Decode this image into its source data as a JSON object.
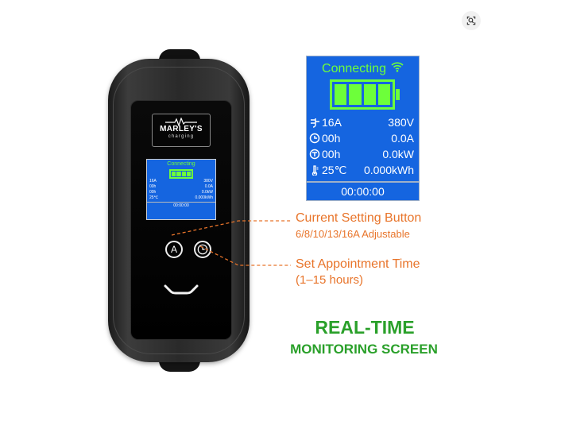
{
  "device": {
    "brand_name": "MARLEY'S",
    "brand_sub": "charging",
    "mini_screen": {
      "status": "Connecting",
      "rows": [
        {
          "label": "16A",
          "value": "380V"
        },
        {
          "label": "00h",
          "value": "0.0A"
        },
        {
          "label": "00h",
          "value": "0.0kW"
        },
        {
          "label": "25℃",
          "value": "0.000kWh"
        }
      ],
      "timer": "00:00:00"
    },
    "button_a_label": "A"
  },
  "screen": {
    "status": "Connecting",
    "rows": [
      {
        "label": "16A",
        "value": "380V",
        "icon": "plug-icon"
      },
      {
        "label": "00h",
        "value": "0.0A",
        "icon": "clock-icon"
      },
      {
        "label": "00h",
        "value": "0.0kW",
        "icon": "timer-icon"
      },
      {
        "label": "25℃",
        "value": "0.000kWh",
        "icon": "thermometer-icon"
      }
    ],
    "timer": "00:00:00"
  },
  "callouts": {
    "current": {
      "title": "Current Setting Button",
      "sub": "6/8/10/13/16A Adjustable"
    },
    "appointment": {
      "title": "Set Appointment Time",
      "sub": "(1–15 hours)"
    }
  },
  "headline": {
    "line1": "REAL-TIME",
    "line2": "MONITORING SCREEN"
  },
  "colors": {
    "screen_blue": "#1565e0",
    "screen_green": "#6dff3a",
    "callout_orange": "#e8742a",
    "headline_green": "#2aa02a"
  },
  "icons": [
    "lens-icon",
    "wifi-icon",
    "battery-icon",
    "plug-icon",
    "clock-icon",
    "timer-icon",
    "thermometer-icon"
  ]
}
